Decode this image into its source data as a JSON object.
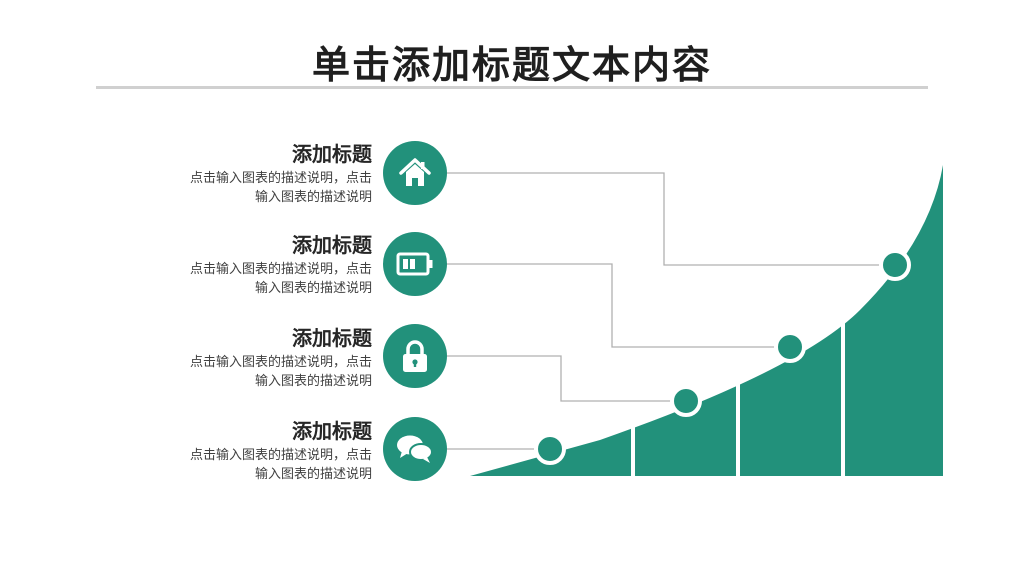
{
  "title": "单击添加标题文本内容",
  "accent_color": "#22917b",
  "items": [
    {
      "title": "添加标题",
      "desc_line1": "点击输入图表的描述说明，点击",
      "desc_line2": "输入图表的描述说明",
      "icon": "home-icon"
    },
    {
      "title": "添加标题",
      "desc_line1": "点击输入图表的描述说明，点击",
      "desc_line2": "输入图表的描述说明",
      "icon": "battery-icon"
    },
    {
      "title": "添加标题",
      "desc_line1": "点击输入图表的描述说明，点击",
      "desc_line2": "输入图表的描述说明",
      "icon": "lock-icon"
    },
    {
      "title": "添加标题",
      "desc_line1": "点击输入图表的描述说明，点击",
      "desc_line2": "输入图表的描述说明",
      "icon": "chat-bubbles-icon"
    }
  ]
}
